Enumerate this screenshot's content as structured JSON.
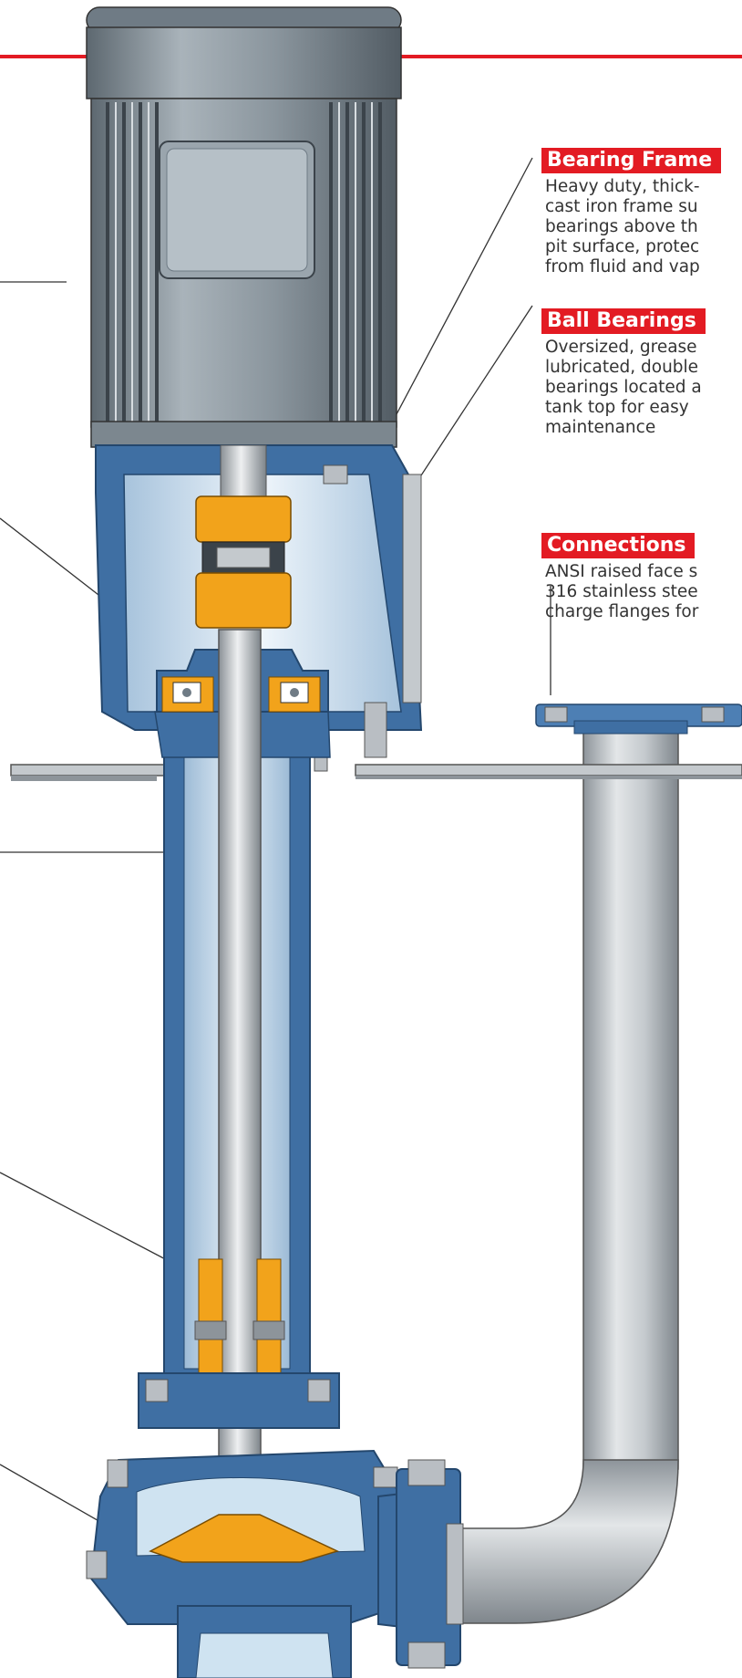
{
  "colors": {
    "accent": "#e31b23",
    "casing_blue": "#3f6fa3",
    "inner_light_blue": "#cfe3f1",
    "bronze": "#f2a31b",
    "steel": "#b9bec3",
    "motor_grey": "#6f7b85"
  },
  "callouts": [
    {
      "title": "Bearing Frame",
      "body": "Heavy duty, thick-\ncast iron frame su\nbearings above th\npit surface, protec\nfrom fluid and vap"
    },
    {
      "title": "Ball Bearings",
      "body": "Oversized, grease\nlubricated, double\nbearings located a\ntank top for easy\nmaintenance"
    },
    {
      "title": "Connections",
      "body": "ANSI raised face s\n316 stainless stee\ncharge flanges for"
    }
  ]
}
